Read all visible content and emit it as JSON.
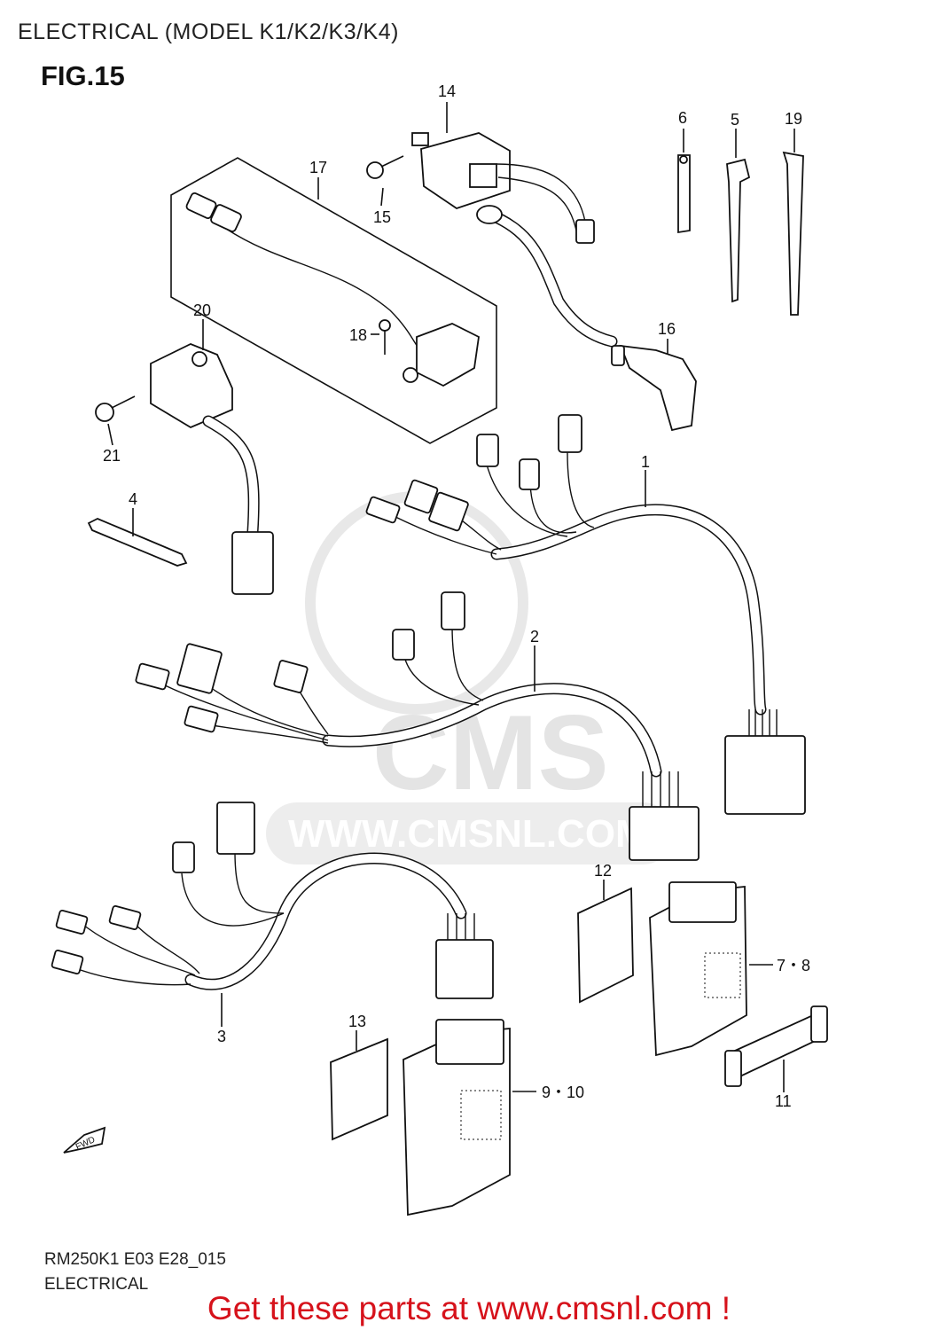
{
  "header": {
    "page_title": "ELECTRICAL (MODEL K1/K2/K3/K4)",
    "figure_label": "FIG.15"
  },
  "watermark": {
    "text": "WWW.CMSNL.COM",
    "logo": "CMS"
  },
  "callouts": {
    "c1": "1",
    "c2": "2",
    "c3": "3",
    "c4": "4",
    "c5": "5",
    "c6": "6",
    "c78": "7・8",
    "c910": "9・10",
    "c11": "11",
    "c12": "12",
    "c13": "13",
    "c14": "14",
    "c15": "15",
    "c16": "16",
    "c17": "17",
    "c18": "18",
    "c19": "19",
    "c20": "20",
    "c21": "21"
  },
  "direction_mark": "FWD",
  "footer": {
    "diagram_code": "RM250K1 E03 E28_015",
    "diagram_name": "ELECTRICAL",
    "promo": "Get these parts at www.cmsnl.com !"
  },
  "colors": {
    "promo_text": "#d6121b",
    "line_art": "#111111",
    "watermark": "#cfcfcf"
  }
}
